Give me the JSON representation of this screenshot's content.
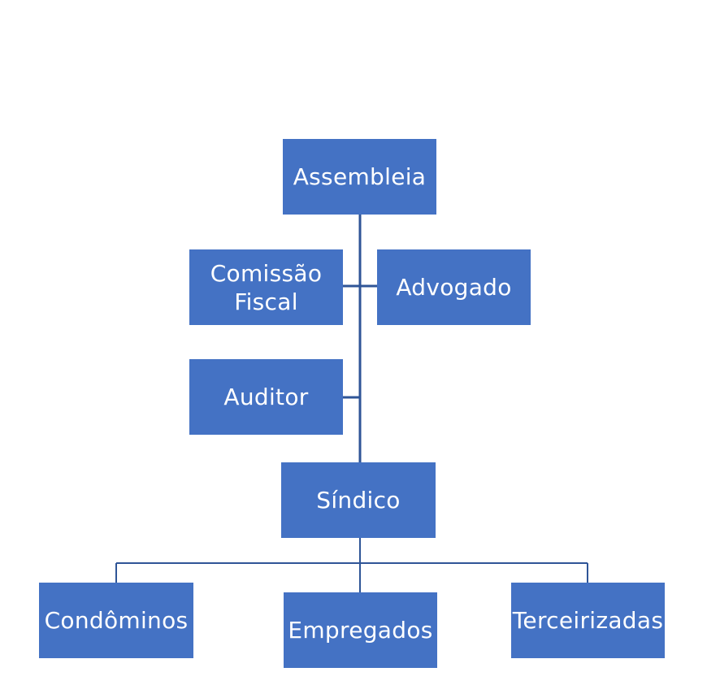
{
  "diagram": {
    "type": "org-chart",
    "colors": {
      "box_fill": "#4472c4",
      "box_text": "#ffffff",
      "connector": "#2f5597"
    },
    "nodes": {
      "assembleia": {
        "label": "Assembleia"
      },
      "comissao_fiscal": {
        "label": "Comissão\nFiscal"
      },
      "advogado": {
        "label": "Advogado"
      },
      "auditor": {
        "label": "Auditor"
      },
      "sindico": {
        "label": "Síndico"
      },
      "condominos": {
        "label": "Condôminos"
      },
      "empregados": {
        "label": "Empregados"
      },
      "terceirizadas": {
        "label": "Terceirizadas"
      }
    },
    "edges": [
      {
        "from": "assembleia",
        "to": "sindico"
      },
      {
        "from": "assembleia",
        "to": "comissao_fiscal"
      },
      {
        "from": "assembleia",
        "to": "advogado"
      },
      {
        "from": "assembleia",
        "to": "auditor"
      },
      {
        "from": "sindico",
        "to": "condominos"
      },
      {
        "from": "sindico",
        "to": "empregados"
      },
      {
        "from": "sindico",
        "to": "terceirizadas"
      }
    ]
  }
}
